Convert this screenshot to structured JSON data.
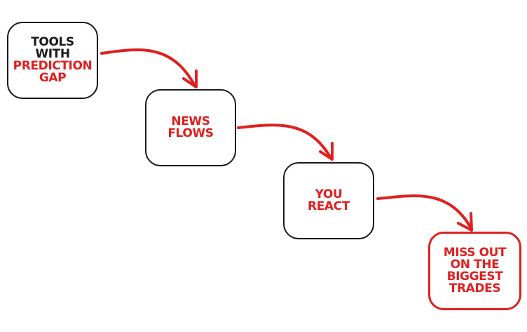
{
  "diagram": {
    "nodes": [
      {
        "id": "tools-with-prediction-gap",
        "lines": [
          {
            "text": "TOOLS",
            "color": "#1a1a1a"
          },
          {
            "text": "WITH",
            "color": "#1a1a1a"
          },
          {
            "text": "PREDICTION",
            "color": "#e02020"
          },
          {
            "text": "GAP",
            "color": "#e02020"
          }
        ]
      },
      {
        "id": "news-flows",
        "lines": [
          {
            "text": "NEWS",
            "color": "#e02020"
          },
          {
            "text": "FLOWS",
            "color": "#e02020"
          }
        ]
      },
      {
        "id": "you-react",
        "lines": [
          {
            "text": "YOU",
            "color": "#e02020"
          },
          {
            "text": "REACT",
            "color": "#e02020"
          }
        ]
      },
      {
        "id": "miss-out",
        "lines": [
          {
            "text": "MISS OUT",
            "color": "#e02020"
          },
          {
            "text": "ON THE",
            "color": "#e02020"
          },
          {
            "text": "BIGGEST",
            "color": "#e02020"
          },
          {
            "text": "TRADES",
            "color": "#e02020"
          }
        ]
      }
    ],
    "edges": [
      {
        "from": "tools-with-prediction-gap",
        "to": "news-flows"
      },
      {
        "from": "news-flows",
        "to": "you-react"
      },
      {
        "from": "you-react",
        "to": "miss-out"
      }
    ],
    "colors": {
      "outline": "#1a1a1a",
      "accent": "#e02020",
      "background": "#ffffff"
    }
  }
}
